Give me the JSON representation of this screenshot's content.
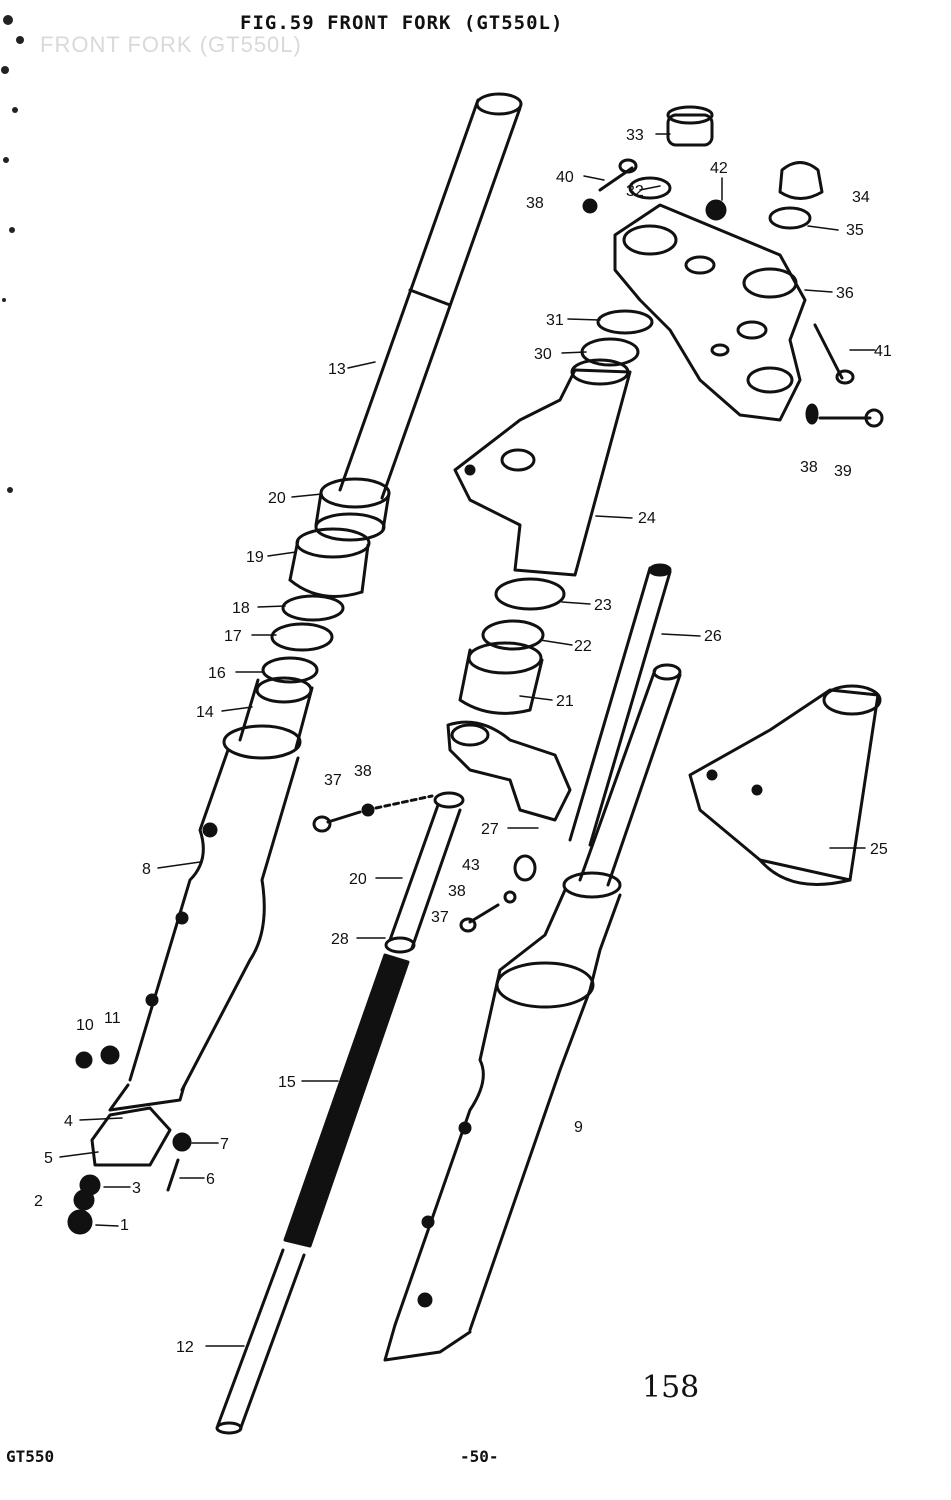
{
  "header": {
    "title": "FIG.59  FRONT FORK (GT550L)",
    "ghost_title": "FRONT FORK (GT550L)"
  },
  "footer": {
    "model_code": "GT550",
    "page_number": "-50-",
    "plate_number": "158"
  },
  "callouts": [
    {
      "id": "c1",
      "label": "1"
    },
    {
      "id": "c2",
      "label": "2"
    },
    {
      "id": "c3",
      "label": "3"
    },
    {
      "id": "c4",
      "label": "4"
    },
    {
      "id": "c5",
      "label": "5"
    },
    {
      "id": "c6",
      "label": "6"
    },
    {
      "id": "c7",
      "label": "7"
    },
    {
      "id": "c8",
      "label": "8"
    },
    {
      "id": "c9",
      "label": "9"
    },
    {
      "id": "c10",
      "label": "10"
    },
    {
      "id": "c11",
      "label": "11"
    },
    {
      "id": "c12",
      "label": "12"
    },
    {
      "id": "c13",
      "label": "13"
    },
    {
      "id": "c14",
      "label": "14"
    },
    {
      "id": "c15",
      "label": "15"
    },
    {
      "id": "c16",
      "label": "16"
    },
    {
      "id": "c17",
      "label": "17"
    },
    {
      "id": "c18",
      "label": "18"
    },
    {
      "id": "c19",
      "label": "19"
    },
    {
      "id": "c20a",
      "label": "20"
    },
    {
      "id": "c20b",
      "label": "20"
    },
    {
      "id": "c21",
      "label": "21"
    },
    {
      "id": "c22",
      "label": "22"
    },
    {
      "id": "c23",
      "label": "23"
    },
    {
      "id": "c24",
      "label": "24"
    },
    {
      "id": "c25",
      "label": "25"
    },
    {
      "id": "c26",
      "label": "26"
    },
    {
      "id": "c27",
      "label": "27"
    },
    {
      "id": "c28",
      "label": "28"
    },
    {
      "id": "c30",
      "label": "30"
    },
    {
      "id": "c31",
      "label": "31"
    },
    {
      "id": "c32",
      "label": "32"
    },
    {
      "id": "c33",
      "label": "33"
    },
    {
      "id": "c34",
      "label": "34"
    },
    {
      "id": "c35",
      "label": "35"
    },
    {
      "id": "c36",
      "label": "36"
    },
    {
      "id": "c37a",
      "label": "37"
    },
    {
      "id": "c37b",
      "label": "37"
    },
    {
      "id": "c38a",
      "label": "38"
    },
    {
      "id": "c38b",
      "label": "38"
    },
    {
      "id": "c38c",
      "label": "38"
    },
    {
      "id": "c38d",
      "label": "38"
    },
    {
      "id": "c39",
      "label": "39"
    },
    {
      "id": "c40",
      "label": "40"
    },
    {
      "id": "c41",
      "label": "41"
    },
    {
      "id": "c42",
      "label": "42"
    },
    {
      "id": "c43",
      "label": "43"
    }
  ]
}
